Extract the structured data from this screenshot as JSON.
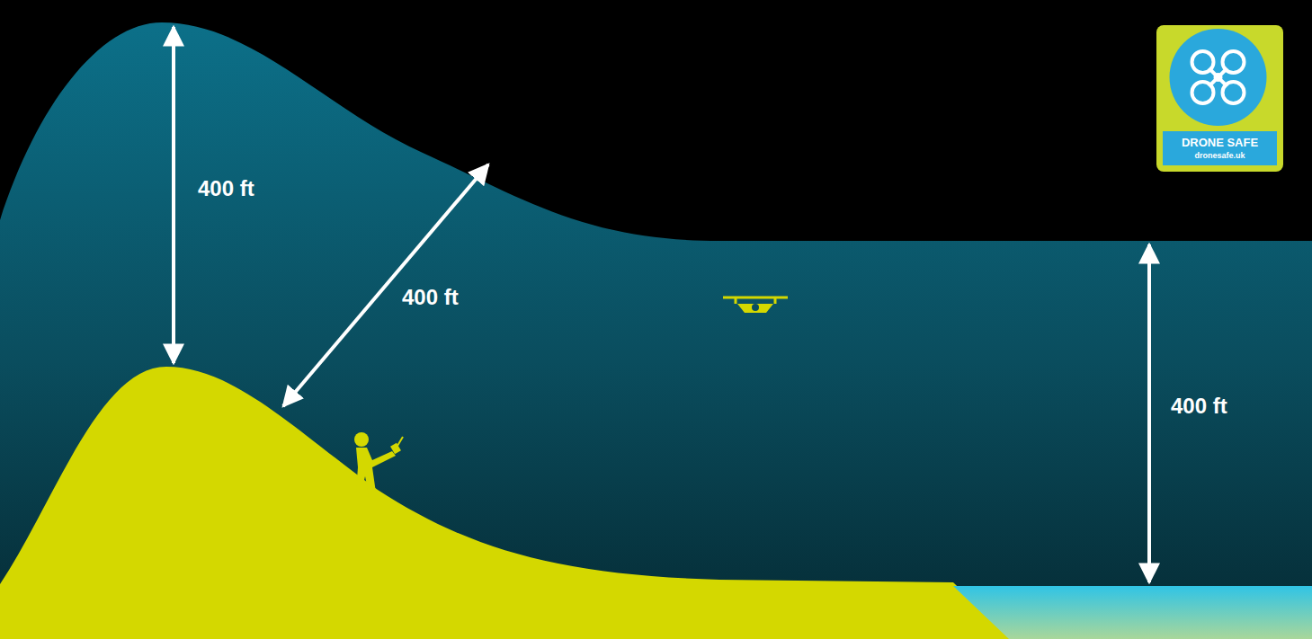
{
  "diagram": {
    "nodes": [
      {
        "text": [
          "DRONE SAFE",
          "dronesafe.uk"
        ]
      }
    ],
    "labels": [
      "400 ft",
      "400 ft",
      "400 ft"
    ]
  }
}
